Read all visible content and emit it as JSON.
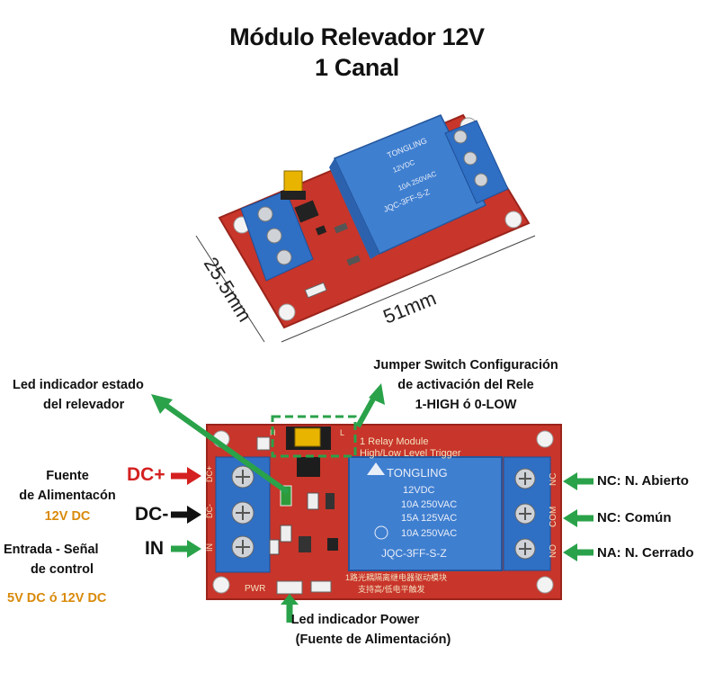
{
  "title": {
    "line1": "Módulo Relevador 12V",
    "line2": "1 Canal"
  },
  "dimensions": {
    "height": "25.5mm",
    "width": "51mm"
  },
  "relay_text": {
    "brand": "TONGLING",
    "voltage": "12VDC",
    "rating1": "10A 250VAC",
    "rating2": "15A 125VAC",
    "rating3": "10A 250VAC",
    "model": "JQC-3FF-S-Z",
    "board_title": "1 Relay Module",
    "board_subtitle": "High/Low Level Trigger",
    "chinese1": "1路光耦隔离继电器驱动模块",
    "chinese2": "支持高/低电平触发",
    "pwr": "PWR",
    "pin_dcp": "DC+",
    "pin_dcm": "DC-",
    "pin_in": "IN",
    "pin_nc": "NC",
    "pin_com": "COM",
    "pin_no": "NO",
    "jumper_h": "H",
    "jumper_l": "L"
  },
  "annotations": {
    "led_relay": [
      "Led indicador estado",
      "del relevador"
    ],
    "jumper": [
      "Jumper Switch Configuración",
      "de activación del Rele",
      "1-HIGH ó 0-LOW"
    ],
    "power_source": [
      "Fuente",
      "de Alimentacón",
      "12V DC"
    ],
    "signal": [
      "Entrada  - Señal",
      "de control",
      "5V DC ó 12V DC"
    ],
    "dc_plus": "DC+",
    "dc_minus": "DC-",
    "in": "IN",
    "nc": "NC: N. Abierto",
    "com": "NC: Común",
    "na": "NA: N. Cerrado",
    "led_power": [
      "Led indicador Power",
      "(Fuente de Alimentación)"
    ]
  },
  "colors": {
    "board": "#c8352a",
    "relay": "#3f7fd0",
    "terminal": "#2f6fc4",
    "arrow_green": "#2aa24a",
    "arrow_red": "#d42020",
    "arrow_black": "#111111",
    "accent_orange": "#d98a0b",
    "jumper_yellow": "#e8b400"
  }
}
